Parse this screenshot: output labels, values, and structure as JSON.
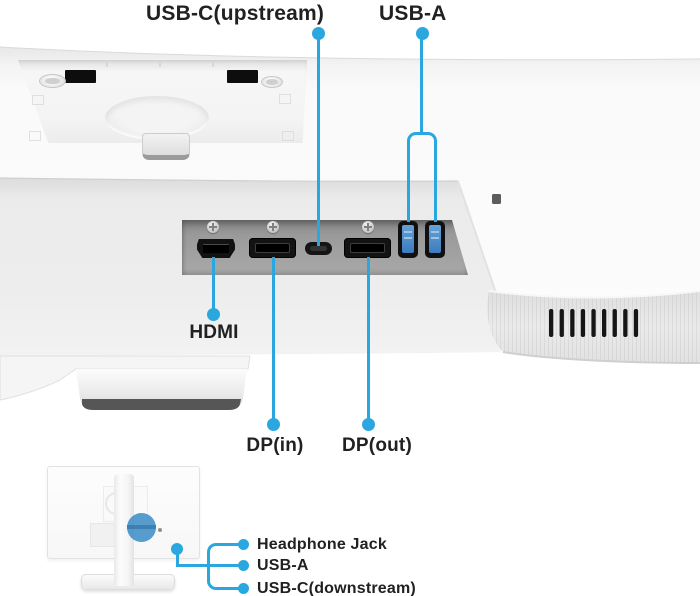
{
  "labels": {
    "usb_c_upstream": "USB-C(upstream)",
    "usb_a_top": "USB-A",
    "hdmi": "HDMI",
    "dp_in": "DP(in)",
    "dp_out": "DP(out)",
    "headphone_jack": "Headphone Jack",
    "usb_a_side": "USB-A",
    "usb_c_downstream": "USB-C(downstream)"
  },
  "ports": {
    "rear_panel": [
      "HDMI",
      "DP(in)",
      "USB-C(upstream)",
      "DP(out)",
      "USB-A",
      "USB-A"
    ],
    "side_panel": [
      "Headphone Jack",
      "USB-A",
      "USB-C(downstream)"
    ]
  },
  "colors": {
    "callout_line": "#2aa7de",
    "highlight_circle": "#3a8cc8",
    "usb_port_inner": "#3c7cbd",
    "port_panel_gray": "#9a9a9a",
    "label_text": "#212121"
  }
}
